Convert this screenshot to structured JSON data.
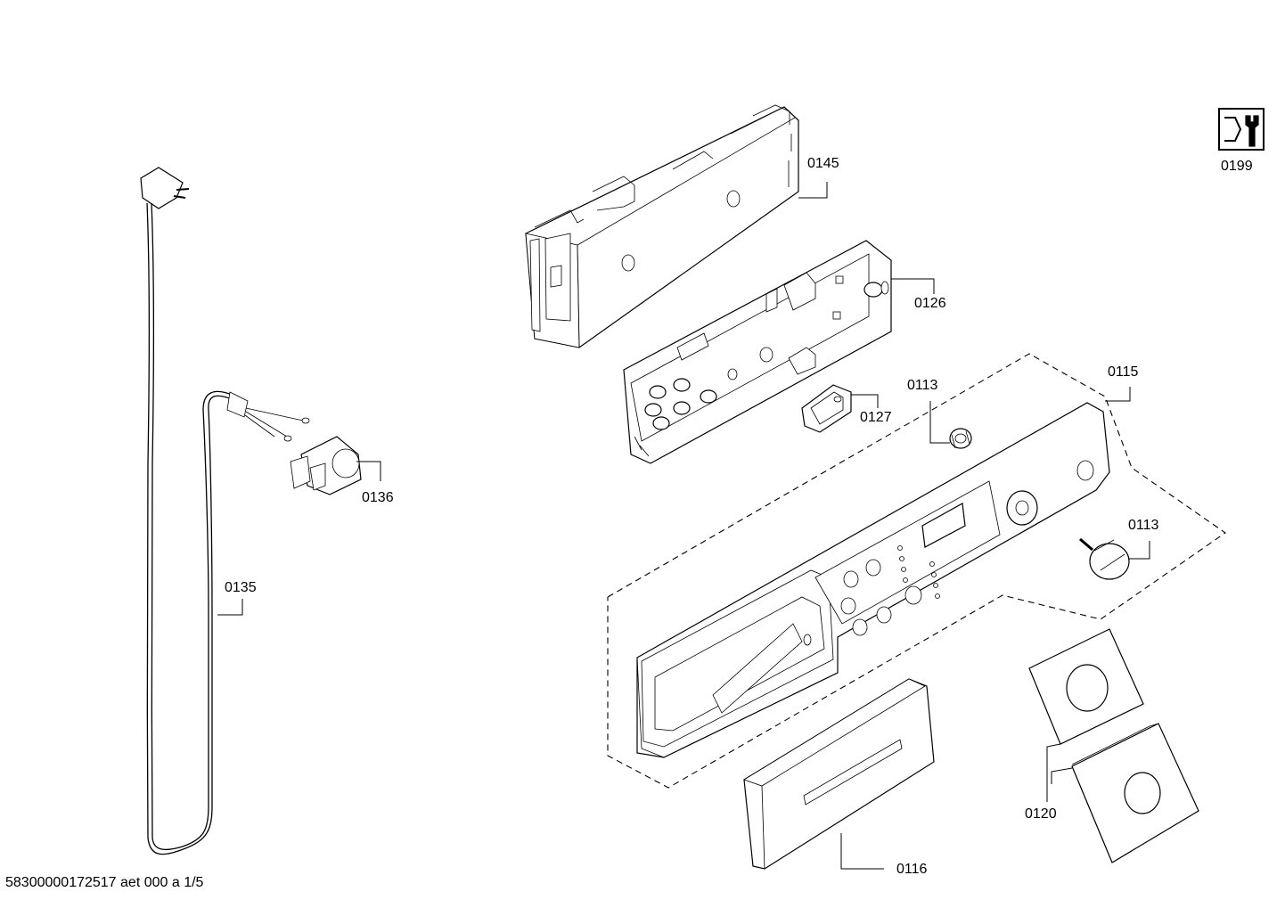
{
  "diagram": {
    "footer_text": "58300000172517 aet 000 a 1/5",
    "accent_color": "#000000",
    "background_color": "#ffffff",
    "icons": [
      "tool-wrench-icon"
    ],
    "parts": [
      {
        "id": "0199",
        "label": "0199"
      },
      {
        "id": "0145",
        "label": "0145"
      },
      {
        "id": "0126",
        "label": "0126"
      },
      {
        "id": "0115",
        "label": "0115"
      },
      {
        "id": "0113a",
        "label": "0113"
      },
      {
        "id": "0127",
        "label": "0127"
      },
      {
        "id": "0113b",
        "label": "0113"
      },
      {
        "id": "0136",
        "label": "0136"
      },
      {
        "id": "0135",
        "label": "0135"
      },
      {
        "id": "0120",
        "label": "0120"
      },
      {
        "id": "0116",
        "label": "0116"
      }
    ]
  }
}
